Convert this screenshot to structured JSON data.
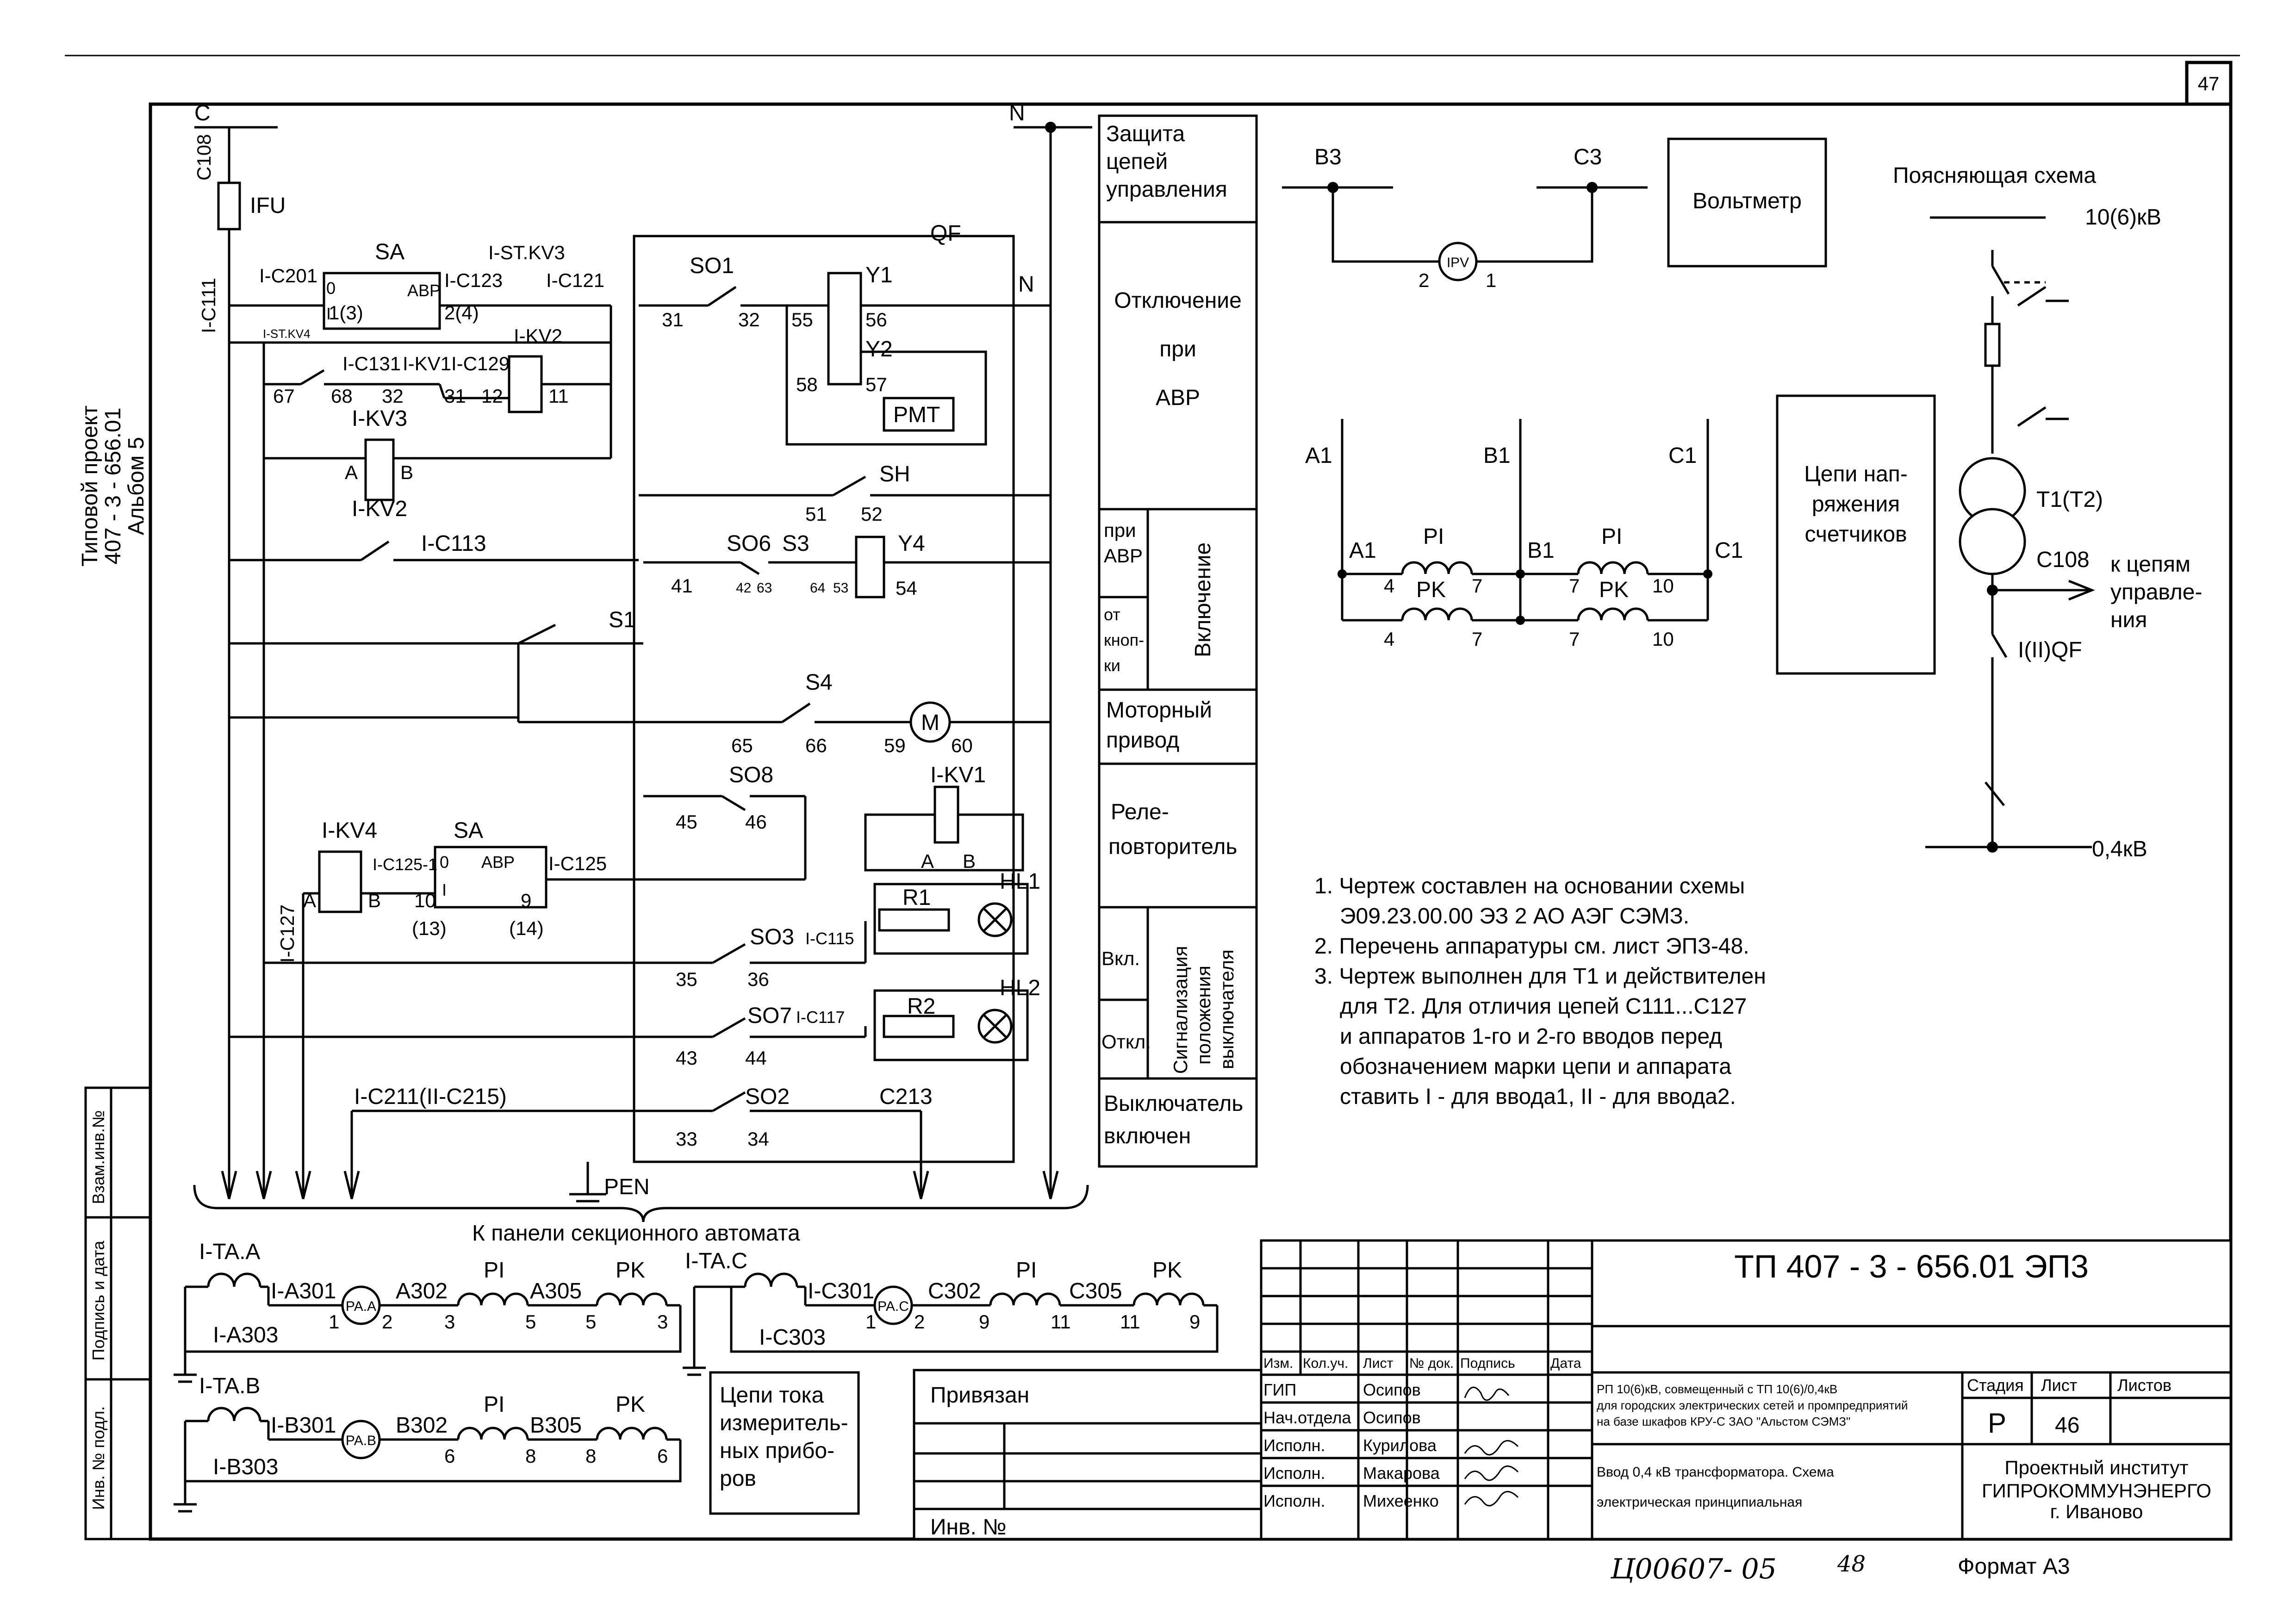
{
  "page_number": "47",
  "side_title": {
    "line1": "Типовой проект",
    "line2": "407 - 3 - 656.01",
    "line3": "Альбом 5"
  },
  "side_stamp": {
    "vzam": "Взам.инв.№",
    "podpis": "Подпись и дата",
    "inv": "Инв. № подл."
  },
  "bus_labels": {
    "c": "C",
    "n": "N",
    "c108": "C108",
    "ifu": "IFU",
    "ic111": "I-C111",
    "ic127": "I-C127"
  },
  "wire_labels": {
    "ic201": "I-C201",
    "sa": "SA",
    "istkv3": "I-ST.KV3",
    "ic123": "I-C123",
    "ic121": "I-C121",
    "istkv4": "I-ST.KV4",
    "ic131": "I-C131",
    "ikv1_top": "I-KV1",
    "ic129": "I-C129",
    "ikv2_top": "I-KV2",
    "ikv3": "I-KV3",
    "ikv2_bot": "I-KV2",
    "ic113": "I-C113",
    "ikv4": "I-KV4",
    "sa2": "SA",
    "ic1251": "I-C125-1",
    "ic125": "I-C125",
    "ic211": "I-C211(II-C215)",
    "c213": "C213",
    "pen": "PEN",
    "to_panel": "К панели секционного автомата",
    "abr": "АВР",
    "abr2": "АВР",
    "s_o": "0",
    "s_i": "I",
    "s_o2": "0",
    "s_i2": "I"
  },
  "terminals": {
    "n13": "1(3)",
    "n24": "2(4)",
    "n67": "67",
    "n68": "68",
    "n32": "32",
    "n31a": "31",
    "n12": "12",
    "n11": "11",
    "kA": "A",
    "kB": "B",
    "n31": "31",
    "n32b": "32",
    "n55": "55",
    "n56": "56",
    "n58": "58",
    "n57": "57",
    "n51": "51",
    "n52": "52",
    "n41": "41",
    "n42": "42",
    "n63": "63",
    "n64": "64",
    "n53": "53",
    "n54": "54",
    "n65": "65",
    "n66": "66",
    "n59": "59",
    "n60": "60",
    "n45": "45",
    "n46": "46",
    "n35": "35",
    "n36": "36",
    "n43": "43",
    "n44": "44",
    "n33": "33",
    "n34": "34",
    "n10": "10",
    "n9": "9",
    "n13b": "(13)",
    "n14": "(14)",
    "ka4A": "A",
    "ka4B": "B",
    "kv1A": "A",
    "kv1B": "B"
  },
  "devices": {
    "qf": "QF",
    "so1": "SO1",
    "y1": "Y1",
    "y2": "Y2",
    "pmt": "PMT",
    "n_right": "N",
    "sh": "SH",
    "so6": "SO6",
    "s3": "S3",
    "y4": "Y4",
    "s1": "S1",
    "s4": "S4",
    "m": "M",
    "so8": "SO8",
    "ikv1": "I-KV1",
    "r1": "R1",
    "hl1": "HL1",
    "so3": "SO3",
    "ic115": "I-C115",
    "so7": "SO7",
    "ic117": "I-C117",
    "r2": "R2",
    "hl2": "HL2",
    "so2": "SO2"
  },
  "function_column": {
    "protect": [
      "Защита",
      "цепей",
      "управления"
    ],
    "avr_off": [
      "Отключение",
      "при",
      "АВР"
    ],
    "at_avr": [
      "при",
      "АВР"
    ],
    "from_btn": [
      "от",
      "кноп-",
      "ки"
    ],
    "vkl": "Включение",
    "motor": [
      "Моторный",
      "привод"
    ],
    "relay": [
      "Реле-",
      "повторитель"
    ],
    "on": "Вкл.",
    "off": "Откл.",
    "signal": [
      "Сигнализация",
      "положения",
      "выключателя"
    ],
    "breaker_on": [
      "Выключатель",
      "включен"
    ]
  },
  "voltmeter": {
    "b3": "B3",
    "c3": "C3",
    "ipv": "IPV",
    "n2": "2",
    "n1": "1",
    "box": "Вольтметр"
  },
  "meters": {
    "a1": "A1",
    "b1": "B1",
    "c1": "C1",
    "a1b": "A1",
    "b1b": "B1",
    "c1b": "C1",
    "pi1": "PI",
    "pi2": "PI",
    "rk1": "PK",
    "rk2": "PK",
    "m4": "4",
    "m7": "7",
    "m7b": "7",
    "m10": "10",
    "m4b": "4",
    "m7c": "7",
    "m7d": "7",
    "m10b": "10",
    "box": [
      "Цепи нап-",
      "ряжения",
      "счетчиков"
    ]
  },
  "explain": {
    "title": "Поясняющая схема",
    "hv": "10(6)кВ",
    "t1": "T1(T2)",
    "c108": "C108",
    "ctrl": [
      "к цепям",
      "управле-",
      "ния"
    ],
    "qf": "I(II)QF",
    "lv": "0,4кВ"
  },
  "notes": [
    "1. Чертеж составлен на основании схемы",
    "Э09.23.00.00 ЭЗ 2 АО АЭГ СЭМЗ.",
    "2. Перечень аппаратуры см. лист ЭПЗ-48.",
    "3. Чертеж выполнен для Т1 и действителен",
    "для Т2. Для отличия цепей С111...С127",
    "и аппаратов 1-го и 2-го вводов перед",
    "обозначением марки цепи и аппарата",
    "ставить I - для ввода1, II - для ввода2."
  ],
  "current_circuits": {
    "ta_a": "I-TA.A",
    "a301": "I-A301",
    "paa": "PA.A",
    "a302": "A302",
    "pi_a": "PI",
    "a305": "A305",
    "rk_a": "PK",
    "a_n1": "1",
    "a_n2": "2",
    "a_n3": "3",
    "a_n5": "5",
    "a_n5b": "5",
    "a_n3b": "3",
    "a303": "I-A303",
    "ta_b": "I-TA.B",
    "b301": "I-B301",
    "pab": "PA.B",
    "b302": "B302",
    "pi_b": "PI",
    "b305": "B305",
    "rk_b": "PK",
    "b_n6": "6",
    "b_n8": "8",
    "b_n8b": "8",
    "b_n6b": "6",
    "b303": "I-B303",
    "ta_c": "I-TA.C",
    "c301": "I-C301",
    "pac": "PA.C",
    "c302": "C302",
    "pi_c": "PI",
    "c305": "C305",
    "rk_c": "PK",
    "c_n1": "1",
    "c_n2": "2",
    "c_n9": "9",
    "c_n11": "11",
    "c_n11b": "11",
    "c_n9b": "9",
    "c303": "I-C303",
    "box": [
      "Цепи тока",
      "измеритель-",
      "ных прибо-",
      "ров"
    ]
  },
  "privyazan": {
    "label": "Привязан",
    "inv": "Инв. №"
  },
  "title_block": {
    "code": "ТП  407 - 3 - 656.01      ЭП3",
    "headers": [
      "Изм.",
      "Кол.уч.",
      "Лист",
      "№ док.",
      "Подпись",
      "Дата"
    ],
    "roles": [
      "ГИП",
      "Нач.отдела",
      "Исполн.",
      "Исполн.",
      "Исполн."
    ],
    "names": [
      "Осипов",
      "Осипов",
      "Курилова",
      "Макарова",
      "Михеенко"
    ],
    "project": [
      "РП 10(6)кВ, совмещенный с ТП 10(6)/0,4кВ",
      "для городских электрических сетей и промпредприятий",
      "на базе шкафов КРУ-С ЗАО \"Альстом СЭМЗ\""
    ],
    "sheet_title": [
      "Ввод 0,4 кВ трансформатора. Схема",
      "электрическая принципиальная"
    ],
    "stage_h": "Стадия",
    "sheet_h": "Лист",
    "sheets_h": "Листов",
    "stage": "P",
    "sheet": "46",
    "org": [
      "Проектный институт",
      "ГИПРОКОММУНЭНЕРГО",
      "г. Иваново"
    ],
    "format": "Формат A3",
    "handwritten": "Ц00607- 05",
    "handwritten2": "48"
  }
}
